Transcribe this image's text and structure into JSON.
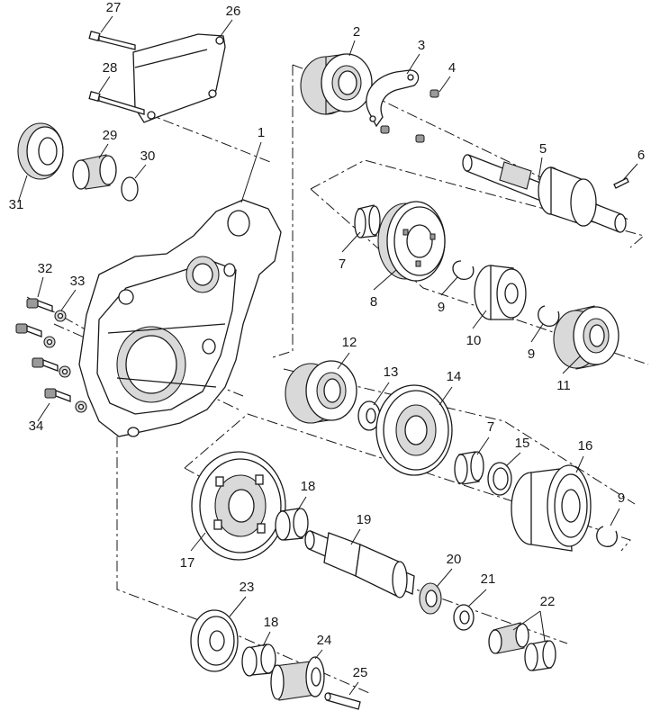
{
  "colors": {
    "line": "#1a1a1a",
    "fill": "#ffffff",
    "shade": "#d9d9d9"
  },
  "callouts": [
    {
      "id": "c1",
      "text": "1"
    },
    {
      "id": "c2",
      "text": "2"
    },
    {
      "id": "c3",
      "text": "3"
    },
    {
      "id": "c4",
      "text": "4"
    },
    {
      "id": "c5",
      "text": "5"
    },
    {
      "id": "c6",
      "text": "6"
    },
    {
      "id": "c7a",
      "text": "7"
    },
    {
      "id": "c8",
      "text": "8"
    },
    {
      "id": "c9a",
      "text": "9"
    },
    {
      "id": "c10",
      "text": "10"
    },
    {
      "id": "c9b",
      "text": "9"
    },
    {
      "id": "c11",
      "text": "11"
    },
    {
      "id": "c12",
      "text": "12"
    },
    {
      "id": "c13",
      "text": "13"
    },
    {
      "id": "c14",
      "text": "14"
    },
    {
      "id": "c7b",
      "text": "7"
    },
    {
      "id": "c15",
      "text": "15"
    },
    {
      "id": "c16",
      "text": "16"
    },
    {
      "id": "c9c",
      "text": "9"
    },
    {
      "id": "c17",
      "text": "17"
    },
    {
      "id": "c18a",
      "text": "18"
    },
    {
      "id": "c19",
      "text": "19"
    },
    {
      "id": "c20",
      "text": "20"
    },
    {
      "id": "c21",
      "text": "21"
    },
    {
      "id": "c22",
      "text": "22"
    },
    {
      "id": "c23",
      "text": "23"
    },
    {
      "id": "c18b",
      "text": "18"
    },
    {
      "id": "c24",
      "text": "24"
    },
    {
      "id": "c25",
      "text": "25"
    },
    {
      "id": "c26",
      "text": "26"
    },
    {
      "id": "c27",
      "text": "27"
    },
    {
      "id": "c28",
      "text": "28"
    },
    {
      "id": "c29",
      "text": "29"
    },
    {
      "id": "c30",
      "text": "30"
    },
    {
      "id": "c31",
      "text": "31"
    },
    {
      "id": "c32",
      "text": "32"
    },
    {
      "id": "c33",
      "text": "33"
    },
    {
      "id": "c34",
      "text": "34"
    }
  ]
}
